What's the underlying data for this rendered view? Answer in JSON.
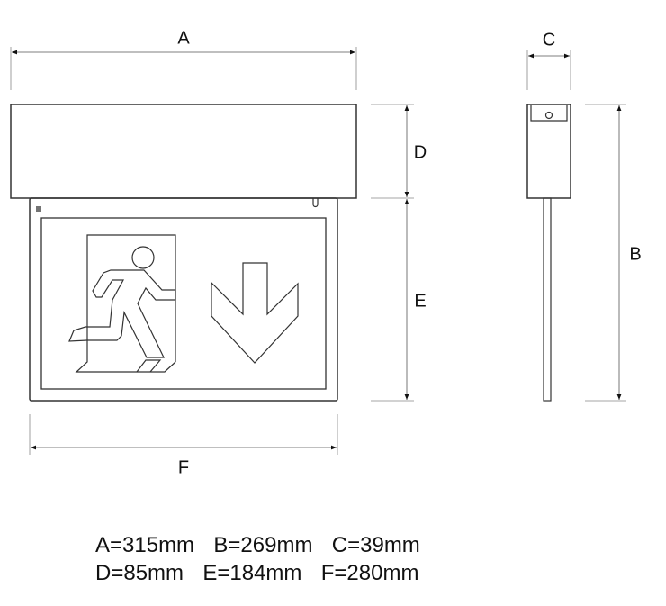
{
  "labels": {
    "a": "A",
    "b": "B",
    "c": "C",
    "d": "D",
    "e": "E",
    "f": "F"
  },
  "specs": {
    "line1": "A=315mm  B=269mm  C=39mm",
    "line2": "D=85mm  E=184mm  F=280mm"
  },
  "icons": {
    "sign_symbol": "running-man-exit",
    "direction": "arrow-down"
  }
}
